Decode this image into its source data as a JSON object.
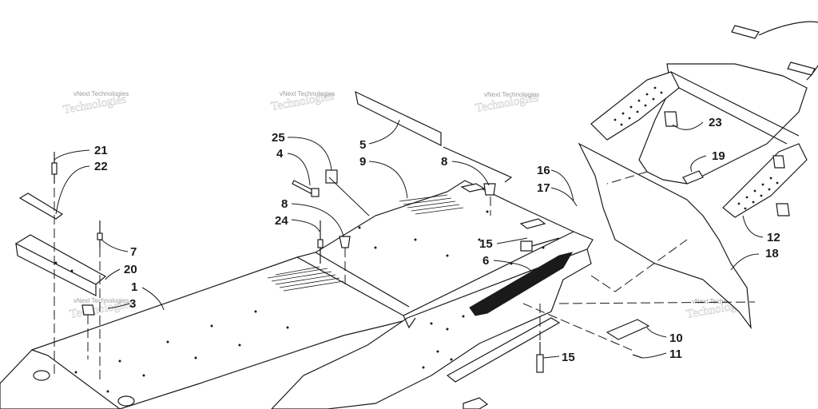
{
  "watermark": {
    "small_text": "vNext Technologies",
    "large_text": "Technologies"
  },
  "callouts": [
    {
      "label": "21"
    },
    {
      "label": "22"
    },
    {
      "label": "7"
    },
    {
      "label": "20"
    },
    {
      "label": "1"
    },
    {
      "label": "3"
    },
    {
      "label": "25"
    },
    {
      "label": "4"
    },
    {
      "label": "8"
    },
    {
      "label": "24"
    },
    {
      "label": "5"
    },
    {
      "label": "9"
    },
    {
      "label": "8"
    },
    {
      "label": "15"
    },
    {
      "label": "6"
    },
    {
      "label": "16"
    },
    {
      "label": "17"
    },
    {
      "label": "23"
    },
    {
      "label": "19"
    },
    {
      "label": "12"
    },
    {
      "label": "18"
    },
    {
      "label": "10"
    },
    {
      "label": "11"
    },
    {
      "label": "15"
    }
  ]
}
